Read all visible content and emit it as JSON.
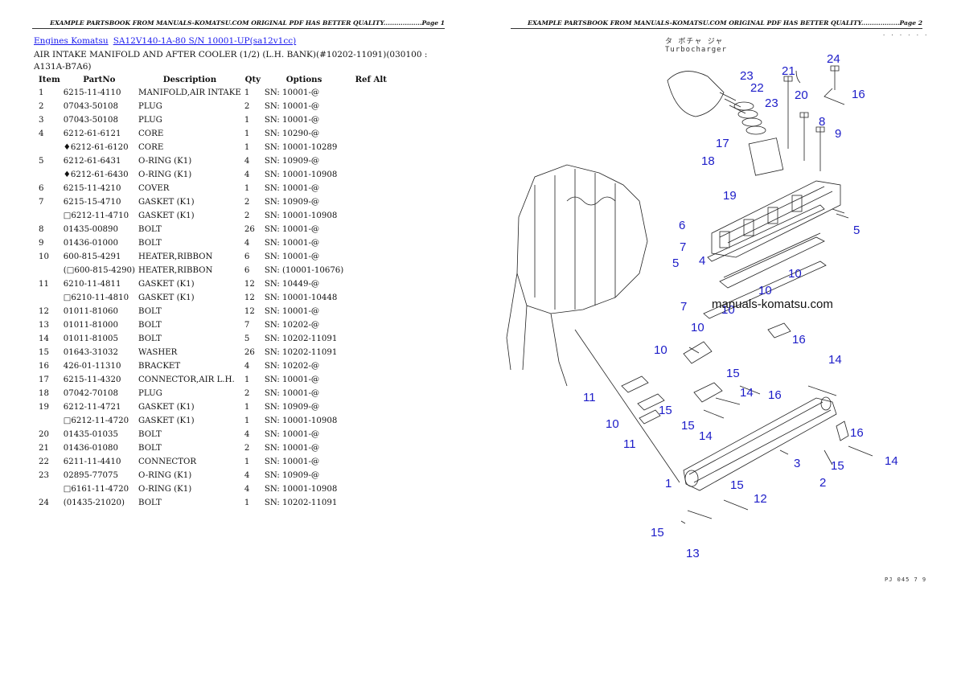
{
  "header": {
    "left": "EXAMPLE PARTSBOOK FROM MANUALS-KOMATSU.COM ORIGINAL PDF HAS BETTER QUALITY..................Page 1",
    "right": "EXAMPLE PARTSBOOK FROM MANUALS-KOMATSU.COM ORIGINAL PDF HAS BETTER QUALITY..................Page 2"
  },
  "breadcrumb": {
    "link1": "Engines Komatsu",
    "link2": "SA12V140-1A-80 S/N 10001-UP(sa12v1cc)"
  },
  "title": "AIR INTAKE MANIFOLD AND AFTER COOLER (1/2) (L.H. BANK)(#10202-11091)(030100 : A131A-B7A6)",
  "table": {
    "headers": [
      "Item",
      "PartNo",
      "Description",
      "Qty",
      "Options",
      "Ref Alt"
    ],
    "rows": [
      {
        "item": "1",
        "part": "6215-11-4110",
        "desc": "MANIFOLD,AIR INTAKE",
        "qty": "1",
        "opt": "SN: 10001-@"
      },
      {
        "item": "2",
        "part": "07043-50108",
        "desc": "PLUG",
        "qty": "2",
        "opt": "SN: 10001-@"
      },
      {
        "item": "3",
        "part": "07043-50108",
        "desc": "PLUG",
        "qty": "1",
        "opt": "SN: 10001-@"
      },
      {
        "item": "4",
        "part": "6212-61-6121",
        "desc": "CORE",
        "qty": "1",
        "opt": "SN: 10290-@"
      },
      {
        "item": "",
        "part": "♦6212-61-6120",
        "desc": "CORE",
        "qty": "1",
        "opt": "SN: 10001-10289"
      },
      {
        "item": "5",
        "part": "6212-61-6431",
        "desc": "O-RING (K1)",
        "qty": "4",
        "opt": "SN: 10909-@"
      },
      {
        "item": "",
        "part": "♦6212-61-6430",
        "desc": "O-RING (K1)",
        "qty": "4",
        "opt": "SN: 10001-10908"
      },
      {
        "item": "6",
        "part": "6215-11-4210",
        "desc": "COVER",
        "qty": "1",
        "opt": "SN: 10001-@"
      },
      {
        "item": "7",
        "part": "6215-15-4710",
        "desc": "GASKET (K1)",
        "qty": "2",
        "opt": "SN: 10909-@"
      },
      {
        "item": "",
        "part": "□6212-11-4710",
        "desc": "GASKET (K1)",
        "qty": "2",
        "opt": "SN: 10001-10908"
      },
      {
        "item": "8",
        "part": "01435-00890",
        "desc": "BOLT",
        "qty": "26",
        "opt": "SN: 10001-@"
      },
      {
        "item": "9",
        "part": "01436-01000",
        "desc": "BOLT",
        "qty": "4",
        "opt": "SN: 10001-@"
      },
      {
        "item": "10",
        "part": "600-815-4291",
        "desc": "HEATER,RIBBON",
        "qty": "6",
        "opt": "SN: 10001-@"
      },
      {
        "item": "",
        "part": "(□600-815-4290)",
        "desc": "HEATER,RIBBON",
        "qty": "6",
        "opt": "SN: (10001-10676)"
      },
      {
        "item": "11",
        "part": "6210-11-4811",
        "desc": "GASKET (K1)",
        "qty": "12",
        "opt": "SN: 10449-@"
      },
      {
        "item": "",
        "part": "□6210-11-4810",
        "desc": "GASKET (K1)",
        "qty": "12",
        "opt": "SN: 10001-10448"
      },
      {
        "item": "12",
        "part": "01011-81060",
        "desc": "BOLT",
        "qty": "12",
        "opt": "SN: 10001-@"
      },
      {
        "item": "13",
        "part": "01011-81000",
        "desc": "BOLT",
        "qty": "7",
        "opt": "SN: 10202-@"
      },
      {
        "item": "14",
        "part": "01011-81005",
        "desc": "BOLT",
        "qty": "5",
        "opt": "SN: 10202-11091"
      },
      {
        "item": "15",
        "part": "01643-31032",
        "desc": "WASHER",
        "qty": "26",
        "opt": "SN: 10202-11091"
      },
      {
        "item": "16",
        "part": "426-01-11310",
        "desc": "BRACKET",
        "qty": "4",
        "opt": "SN: 10202-@"
      },
      {
        "item": "17",
        "part": "6215-11-4320",
        "desc": "CONNECTOR,AIR L.H.",
        "qty": "1",
        "opt": "SN: 10001-@"
      },
      {
        "item": "18",
        "part": "07042-70108",
        "desc": "PLUG",
        "qty": "2",
        "opt": "SN: 10001-@"
      },
      {
        "item": "19",
        "part": "6212-11-4721",
        "desc": "GASKET (K1)",
        "qty": "1",
        "opt": "SN: 10909-@"
      },
      {
        "item": "",
        "part": "□6212-11-4720",
        "desc": "GASKET (K1)",
        "qty": "1",
        "opt": "SN: 10001-10908"
      },
      {
        "item": "20",
        "part": "01435-01035",
        "desc": "BOLT",
        "qty": "4",
        "opt": "SN: 10001-@"
      },
      {
        "item": "21",
        "part": "01436-01080",
        "desc": "BOLT",
        "qty": "2",
        "opt": "SN: 10001-@"
      },
      {
        "item": "22",
        "part": "6211-11-4410",
        "desc": "CONNECTOR",
        "qty": "1",
        "opt": "SN: 10001-@"
      },
      {
        "item": "23",
        "part": "02895-77075",
        "desc": "O-RING (K1)",
        "qty": "4",
        "opt": "SN: 10909-@"
      },
      {
        "item": "",
        "part": "□6161-11-4720",
        "desc": "O-RING (K1)",
        "qty": "4",
        "opt": "SN: 10001-10908"
      },
      {
        "item": "24",
        "part": "(01435-21020)",
        "desc": "BOLT",
        "qty": "1",
        "opt": "SN: 10202-11091"
      }
    ]
  },
  "diagram": {
    "watermark": "manuals-komatsu.com",
    "japanese_label": "タ ボチャ ジャ",
    "english_label": "Turbocharger",
    "footer_code": "PJ 045 7 9",
    "callouts": [
      "24",
      "21",
      "16",
      "23",
      "22",
      "23",
      "20",
      "8",
      "9",
      "17",
      "18",
      "19",
      "6",
      "5",
      "7",
      "5",
      "4",
      "7",
      "10",
      "10",
      "10",
      "10",
      "16",
      "14",
      "10",
      "15",
      "14",
      "11",
      "15",
      "16",
      "10",
      "11",
      "15",
      "14",
      "16",
      "3",
      "15",
      "14",
      "2",
      "1",
      "15",
      "12",
      "15",
      "13"
    ]
  }
}
